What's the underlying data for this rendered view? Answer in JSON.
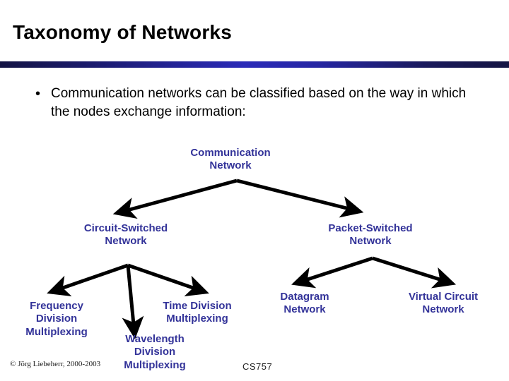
{
  "slide": {
    "title": "Taxonomy of Networks",
    "bullet_marker": "•",
    "bullet_text": "Communication networks can be classified based on the way in which the nodes exchange information:",
    "accent_color": "#333399",
    "rule_color_dark": "#141444",
    "rule_color_bright": "#2b2bb8",
    "title_color": "#000000"
  },
  "tree": {
    "root": "Communication\nNetwork",
    "level1": [
      "Circuit-Switched\nNetwork",
      "Packet-Switched\nNetwork"
    ],
    "circuit_children": [
      "Frequency\nDivision\nMultiplexing",
      "Time Division\nMultiplexing",
      "Wavelength\nDivision\nMultiplexing"
    ],
    "packet_children": [
      "Datagram\nNetwork",
      "Virtual Circuit\nNetwork"
    ]
  },
  "footer": {
    "copyright": "© Jörg Liebeherr, 2000-2003",
    "course": "CS757"
  }
}
